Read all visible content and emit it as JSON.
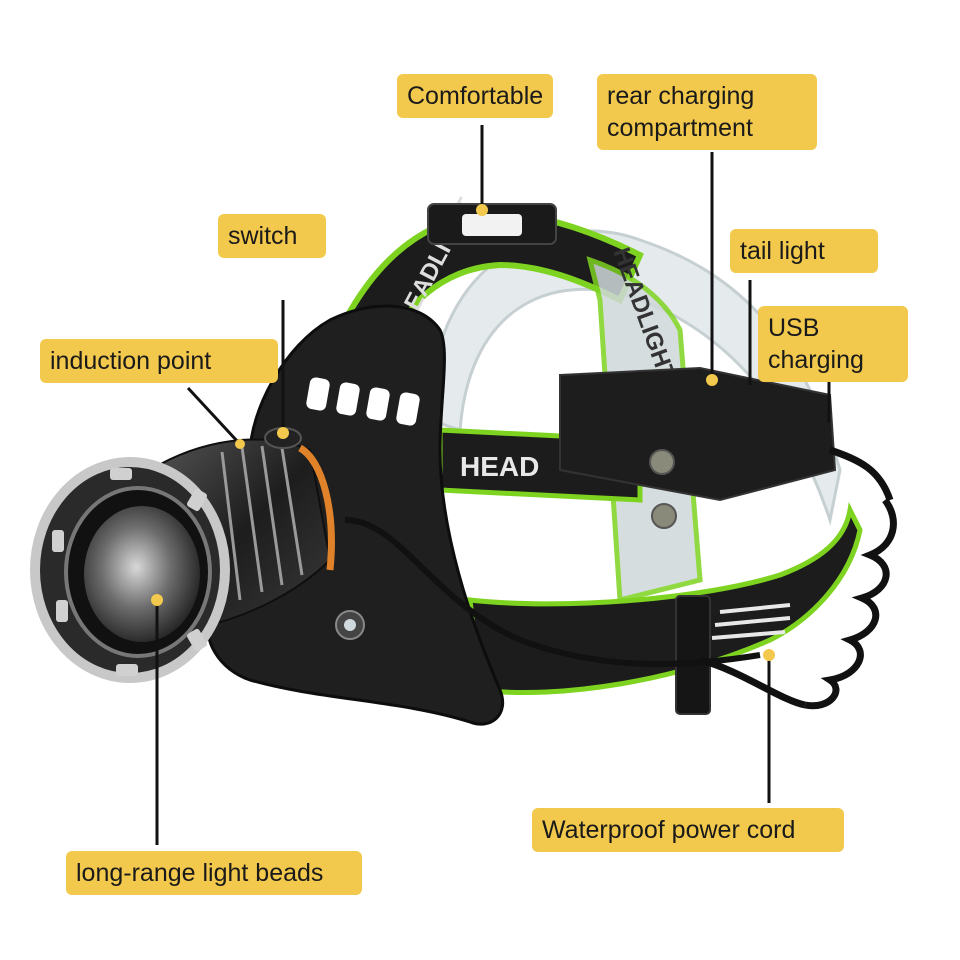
{
  "labels": {
    "comfortable": "Comfortable",
    "rear_charging_line1": "rear charging",
    "rear_charging_line2": "compartment",
    "switch": "switch",
    "tail_light": "tail light",
    "usb_line1": "USB",
    "usb_line2": "charging",
    "induction_point": "induction point",
    "waterproof_cord": "Waterproof power cord",
    "light_beads": "long-range light beads"
  },
  "strap_print": {
    "front": "HEAD",
    "top": "HEADLIGHT",
    "side": "HEADLIGHT"
  },
  "colors": {
    "callout": "#f2c94c",
    "strap_green": "#7ed321",
    "strap_black": "#1c1c1c",
    "lamp_body": "#2a2a2a",
    "orange_ring": "#e0822a"
  }
}
